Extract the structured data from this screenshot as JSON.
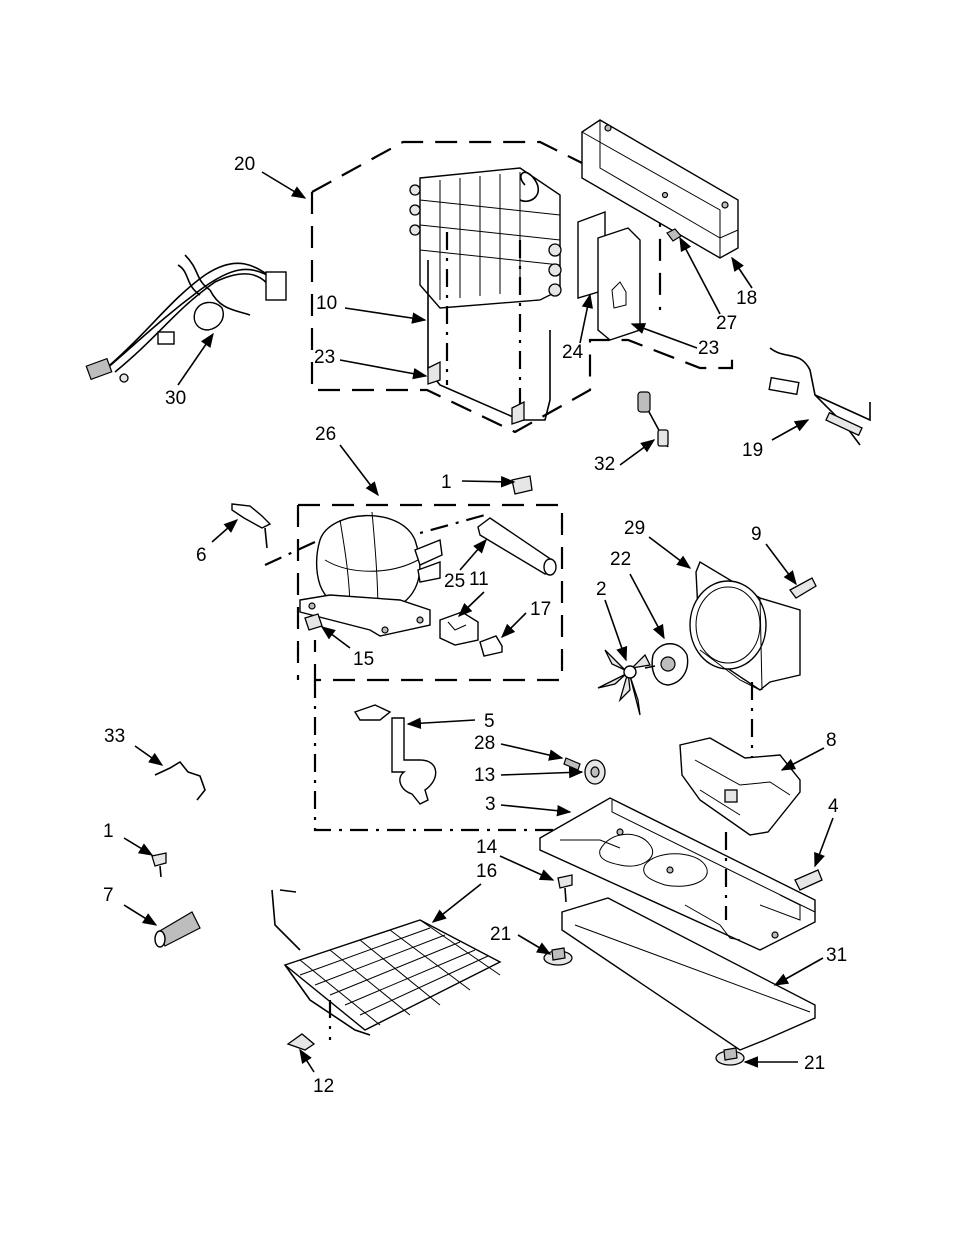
{
  "callouts": {
    "c20": "20",
    "c10": "10",
    "c23a": "23",
    "c24": "24",
    "c23b": "23",
    "c27": "27",
    "c18": "18",
    "c19": "19",
    "c32": "32",
    "c30": "30",
    "c26": "26",
    "c1a": "1",
    "c6": "6",
    "c25": "25",
    "c11": "11",
    "c17": "17",
    "c15": "15",
    "c29": "29",
    "c9": "9",
    "c22": "22",
    "c2": "2",
    "c5": "5",
    "c28": "28",
    "c13": "13",
    "c3": "3",
    "c8": "8",
    "c4": "4",
    "c33": "33",
    "c1b": "1",
    "c7": "7",
    "c14": "14",
    "c16": "16",
    "c21a": "21",
    "c31": "31",
    "c21b": "21",
    "c12": "12"
  }
}
